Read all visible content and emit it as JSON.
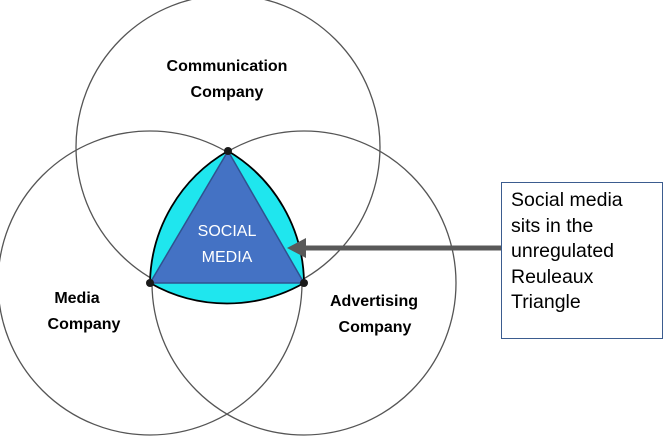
{
  "circles": {
    "top": {
      "label_lines": [
        "Communication",
        "Company"
      ]
    },
    "left": {
      "label_lines": [
        "Media",
        "Company"
      ]
    },
    "right": {
      "label_lines": [
        "Advertising",
        "Company"
      ]
    }
  },
  "center": {
    "label_lines": [
      "SOCIAL",
      "MEDIA"
    ]
  },
  "callout": {
    "lines": [
      "Social media",
      "sits in the",
      "unregulated",
      "Reuleaux",
      "Triangle"
    ]
  },
  "colors": {
    "reuleaux_fill": "#1fe6ee",
    "triangle_fill": "#4472c4",
    "triangle_stroke": "#2f528f",
    "arrow": "#595959",
    "circle_stroke": "#555555",
    "callout_border": "#3b5c8f"
  }
}
